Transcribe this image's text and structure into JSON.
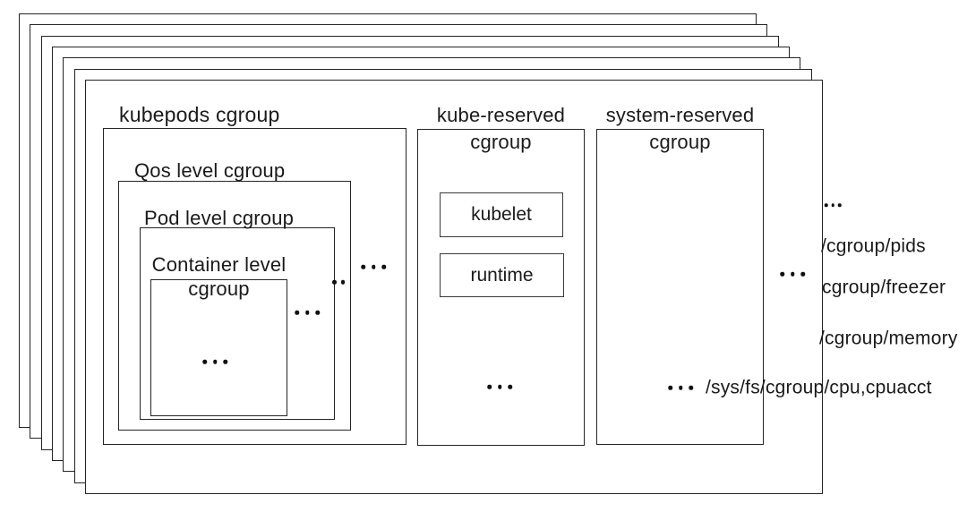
{
  "diagram": {
    "stacked_layer_count": 7,
    "colors": {
      "background": "#ffffff",
      "line": "#242424",
      "text": "#1a1a1a"
    },
    "boxes": {
      "kubepods": {
        "label": "kubepods cgroup"
      },
      "qos": {
        "label": "Qos level cgroup"
      },
      "pod": {
        "label": "Pod level cgroup"
      },
      "container": {
        "label_line1": "Container level",
        "label_line2": "cgroup"
      },
      "kube_reserved": {
        "label_line1": "kube-reserved",
        "label_line2": "cgroup",
        "children": [
          {
            "label": "kubelet"
          },
          {
            "label": "runtime"
          }
        ]
      },
      "system_reserved": {
        "label_line1": "system-reserved",
        "label_line2": "cgroup"
      }
    },
    "mount_paths": [
      {
        "label": "/cgroup/pids"
      },
      {
        "label": "cgroup/freezer"
      },
      {
        "label": "/cgroup/memory"
      },
      {
        "label": "/sys/fs/cgroup/cpu,cpuacct"
      }
    ],
    "ellipsis_glyph": "..."
  }
}
